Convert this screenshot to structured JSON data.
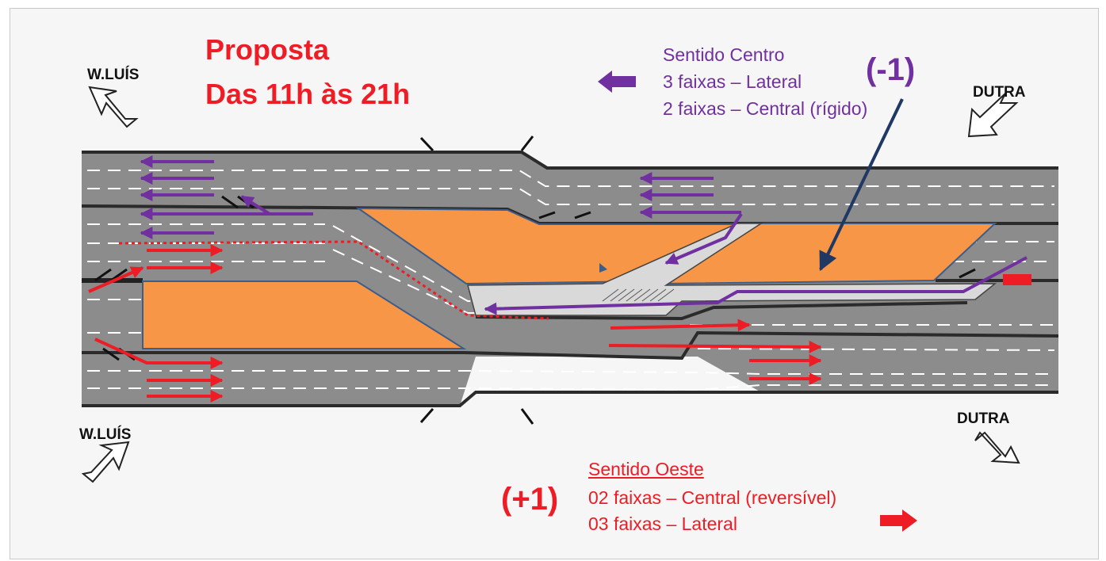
{
  "title": {
    "line1": "Proposta",
    "line2": "Das 11h às 21h"
  },
  "labels": {
    "wluis_top": "W.LUÍS",
    "wluis_bottom": "W.LUÍS",
    "dutra_top": "DUTRA",
    "dutra_bottom": "DUTRA"
  },
  "sentido_centro": {
    "heading": "Sentido Centro",
    "line1": "3 faixas – Lateral",
    "line2": "2 faixas – Central (rígido)",
    "delta": "(-1)"
  },
  "sentido_oeste": {
    "heading": "Sentido Oeste",
    "line1": "02 faixas – Central (reversível)",
    "line2": "03 faixas – Lateral",
    "delta": "(+1)"
  },
  "colors": {
    "purple": "#7030a0",
    "red": "#ee1c25",
    "road": "#8c8c8c",
    "island": "#f79646",
    "navy_arrow": "#203864"
  }
}
